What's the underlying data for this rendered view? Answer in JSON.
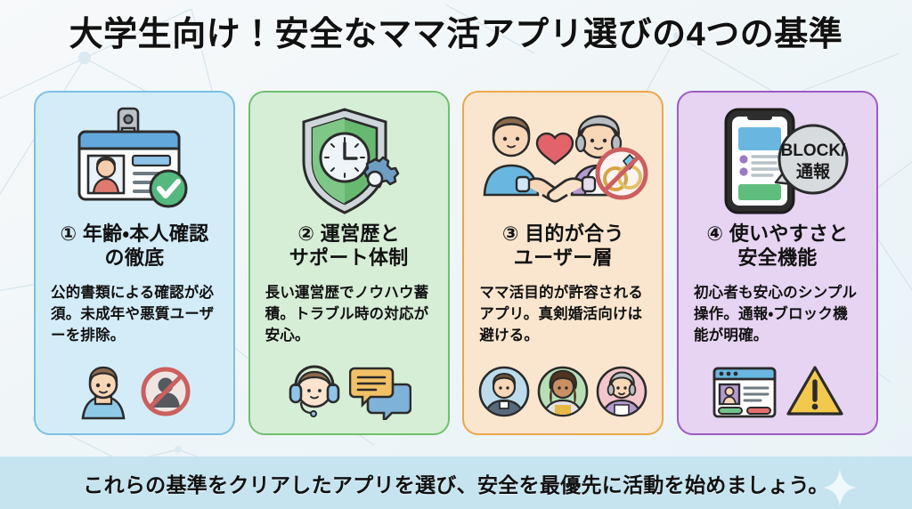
{
  "page": {
    "title": "大学生向け！安全なママ活アプリ選びの4つの基準",
    "background_color": "#f4f8fa",
    "footer_band_color": "#c5e4f0"
  },
  "cards": [
    {
      "number": "①",
      "title_line1": "① 年齢・本人確認",
      "title_line2": "の徹底",
      "body": "公的書類による確認が必須。未成年や悪質ユーザーを排除。",
      "bg_color": "#d3ecf8",
      "border_color": "#7cc0e3",
      "main_icon": "id-card-verified-icon",
      "bottom_icons": [
        "young-man-avatar-icon",
        "no-bad-user-icon"
      ]
    },
    {
      "number": "②",
      "title_line1": "② 運営歴と",
      "title_line2": "サポート体制",
      "body": "長い運営歴でノウハウ蓄積。トラブル時の対応が安心。",
      "bg_color": "#d6eed6",
      "border_color": "#6ec06e",
      "main_icon": "shield-clock-gear-icon",
      "bottom_icons": [
        "support-headset-icon",
        "chat-bubbles-icon"
      ]
    },
    {
      "number": "③",
      "title_line1": "③ 目的が合う",
      "title_line2": "ユーザー層",
      "body": "ママ活目的が許容されるアプリ。真剣婚活向けは避ける。",
      "bg_color": "#fae6cf",
      "border_color": "#eca64a",
      "main_icon": "handshake-heart-no-marriage-icon",
      "bottom_icons": [
        "user-avatar-man-icon",
        "user-avatar-woman-icon",
        "user-avatar-senior-icon"
      ]
    },
    {
      "number": "④",
      "title_line1": "④ 使いやすさと",
      "title_line2": "安全機能",
      "body": "初心者も安心のシンプル操作。通報・ブロック機能が明確。",
      "bg_color": "#e6d4f2",
      "border_color": "#9b5bc4",
      "main_icon": "smartphone-block-report-icon",
      "badge_line1": "BLOCK/",
      "badge_line2": "通報",
      "bottom_icons": [
        "profile-window-icon",
        "warning-triangle-icon"
      ]
    }
  ],
  "footer": {
    "text": "これらの基準をクリアしたアプリを選び、安全を最優先に活動を始めましょう。",
    "sparkle_icon": "sparkle-star-icon"
  }
}
